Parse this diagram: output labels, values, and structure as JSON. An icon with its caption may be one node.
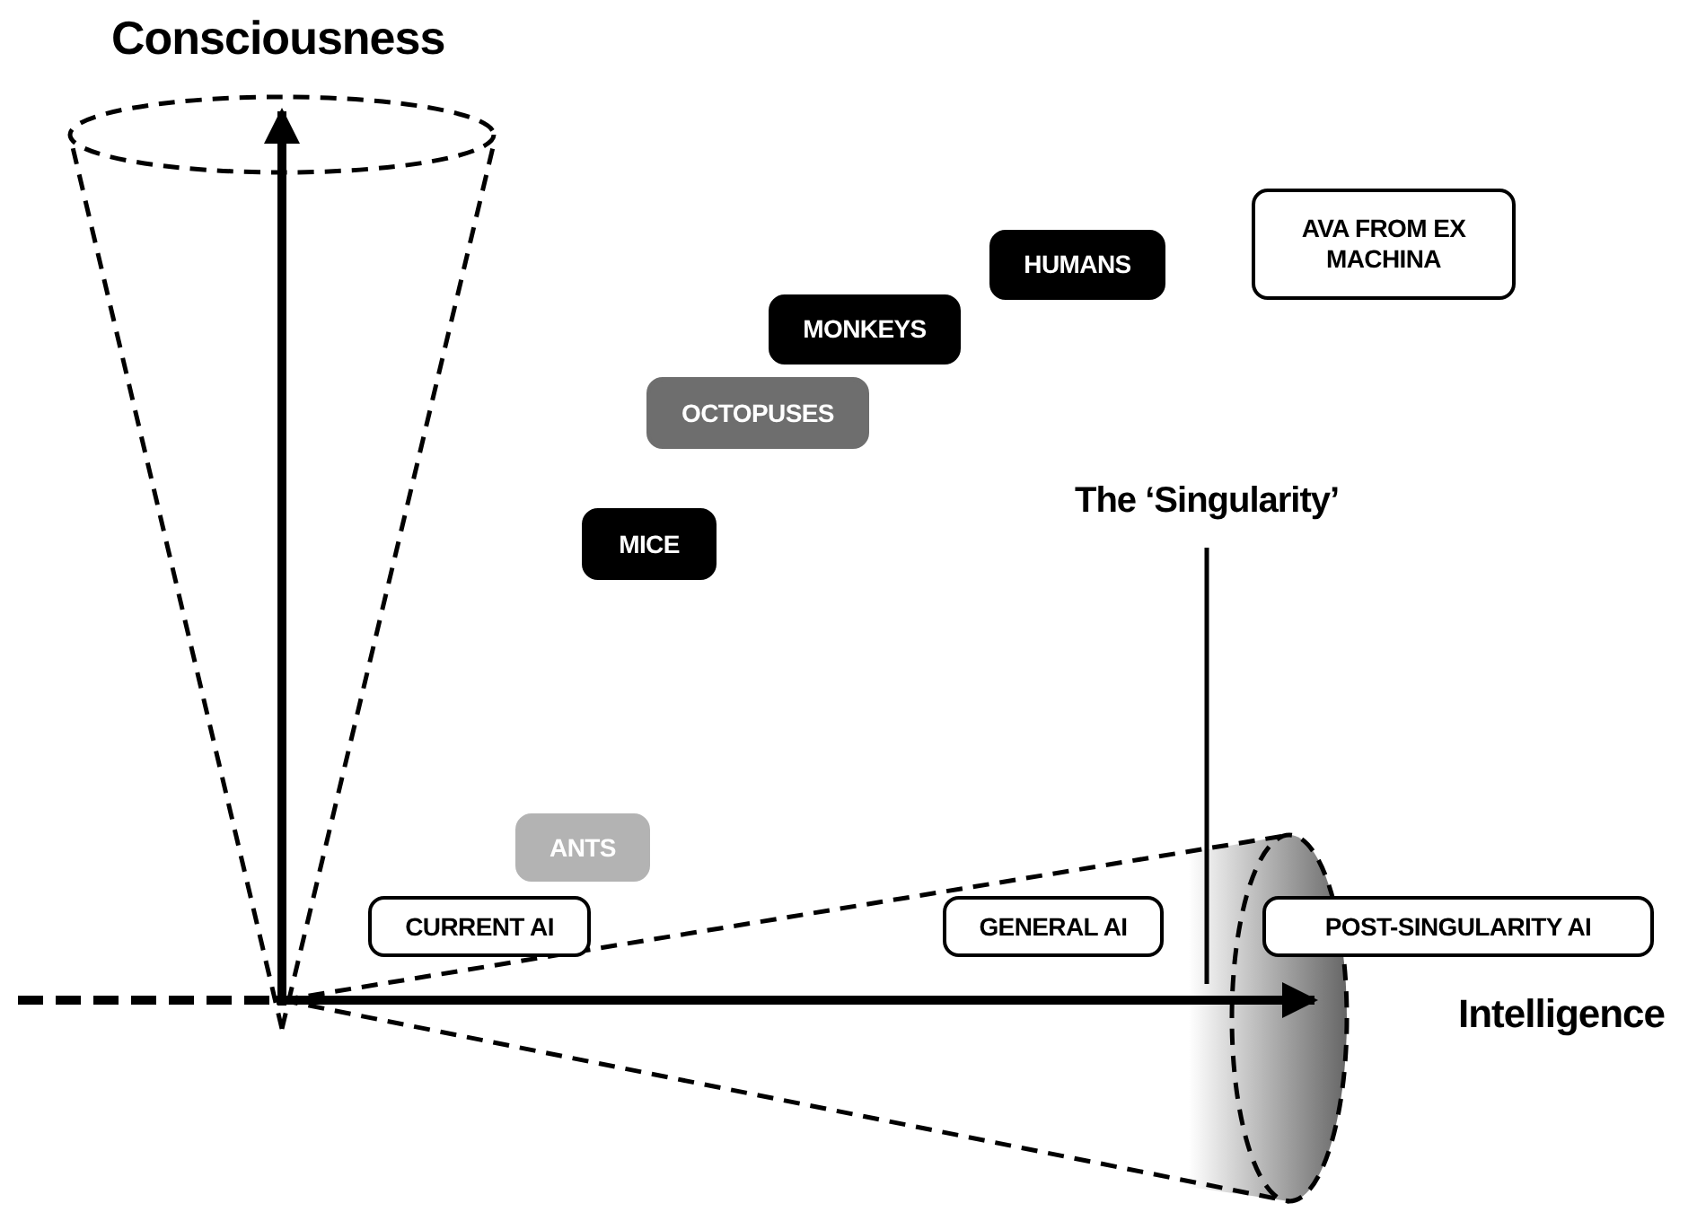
{
  "diagram": {
    "nodes": [
      {
        "text": [
          "HUMANS"
        ]
      },
      {
        "text": [
          "AVA FROM EX MACHINA"
        ]
      },
      {
        "text": [
          "MONKEYS"
        ]
      },
      {
        "text": [
          "OCTOPUSES"
        ]
      },
      {
        "text": [
          "MICE"
        ]
      },
      {
        "text": [
          "ANTS"
        ]
      },
      {
        "text": [
          "CURRENT AI"
        ]
      },
      {
        "text": [
          "GENERAL AI"
        ]
      },
      {
        "text": [
          "POST-SINGULARITY AI"
        ]
      }
    ],
    "labels": [
      "Consciousness",
      "The ‘Singularity’",
      "Intelligence"
    ]
  }
}
